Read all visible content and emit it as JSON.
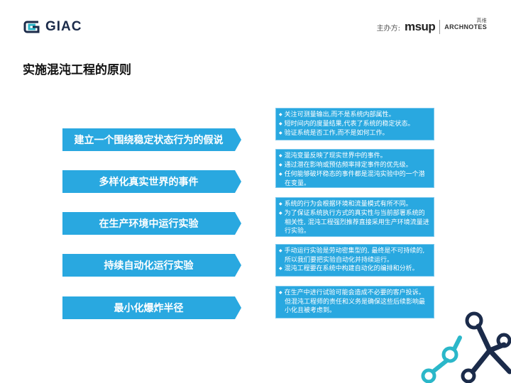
{
  "header": {
    "logo_text": "GIAC",
    "sponsor_label": "主办方:",
    "sponsor_msup": "msup",
    "sponsor_archnotes": "ARCHNOTES",
    "sponsor_archnotes_cn": "高维"
  },
  "page_title": "实施混沌工程的原则",
  "principles": [
    {
      "label": "建立一个围绕稳定状态行为的假说",
      "details": [
        "关注可测量输出,而不是系统内部属性。",
        "短时间内的度量结果,代表了系统的稳定状态。",
        "验证系统是否工作,而不是如何工作。"
      ]
    },
    {
      "label": "多样化真实世界的事件",
      "details": [
        "混沌变量反映了现实世界中的事件。",
        "通过潜在影响或预估频率排定事件的优先级。",
        "任何能够破坏稳态的事件都是混沌实验中的一个潜在变量。"
      ]
    },
    {
      "label": "在生产环境中运行实验",
      "details": [
        "系统的行为会根据环境和流量模式有所不同。",
        "为了保证系统执行方式的真实性与当前部署系统的相关性, 混沌工程强烈推荐直接采用生产环境流量进行实验。"
      ]
    },
    {
      "label": "持续自动化运行实验",
      "details": [
        "手动运行实验是劳动密集型的, 最终是不可持续的, 所以我们要把实验自动化并持续运行。",
        "混沌工程要在系统中构建自动化的编排和分析。"
      ]
    },
    {
      "label": "最小化爆炸半径",
      "details": [
        "在生产中进行试验可能会造成不必要的客户投诉。但混沌工程师的责任和义务是确保这些后续影响最小化且被考虑到。"
      ]
    }
  ],
  "colors": {
    "accent": "#29a8e0",
    "logo_blue": "#1b2b4a",
    "logo_teal": "#2bb7c9"
  }
}
